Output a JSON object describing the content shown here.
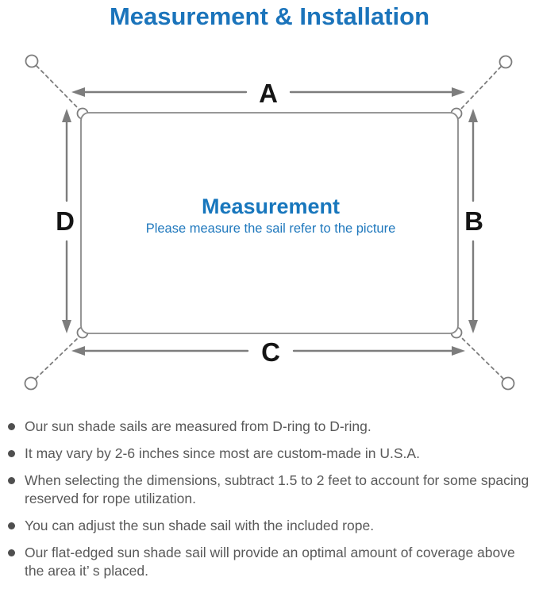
{
  "page": {
    "title": "Measurement & Installation"
  },
  "diagram": {
    "center_title": "Measurement",
    "center_subtitle": "Please measure the sail refer to the picture",
    "side_labels": {
      "top": "A",
      "right": "B",
      "bottom": "C",
      "left": "D"
    },
    "colors": {
      "accent_blue": "#1b74bb",
      "line_gray": "#7d7d7d",
      "label_black": "#151515",
      "note_gray": "#595959"
    }
  },
  "notes": {
    "items": [
      "Our sun shade sails are measured from D-ring to D-ring.",
      "It may vary by 2-6 inches since most are custom-made in U.S.A.",
      "When selecting the dimensions, subtract 1.5 to 2 feet to account for some spacing reserved for rope utilization.",
      "You can adjust the sun shade sail with the included rope.",
      "Our flat-edged sun shade sail will provide an optimal amount of coverage above the area it’ s placed."
    ]
  }
}
